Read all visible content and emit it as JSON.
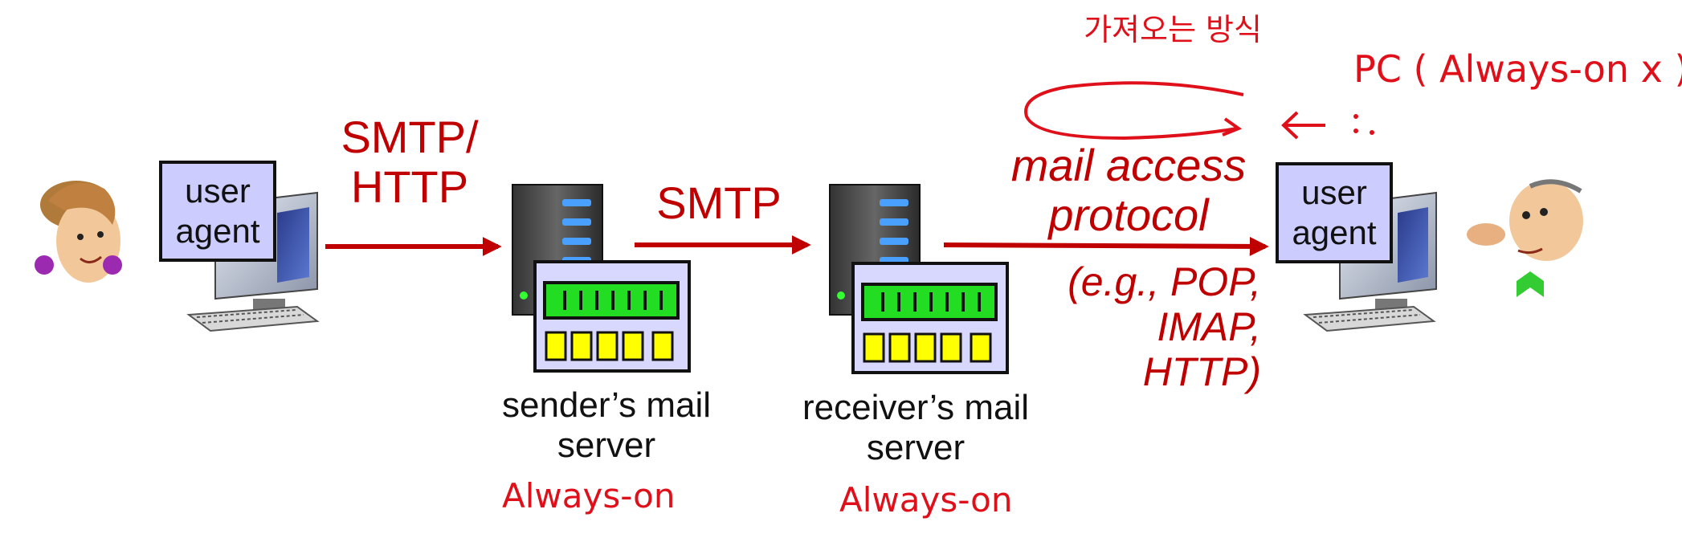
{
  "diagram": {
    "protocol_smtp_http": [
      "SMTP/",
      "HTTP"
    ],
    "protocol_smtp": "SMTP",
    "access": {
      "line1": "mail access",
      "line2": "protocol",
      "examples": [
        "(e.g., POP,",
        "IMAP,",
        "HTTP)"
      ]
    },
    "user_agent": [
      "user",
      "agent"
    ],
    "sender_server": [
      "sender’s mail",
      "server"
    ],
    "receiver_server": [
      "receiver’s mail",
      "server"
    ]
  },
  "annotations": {
    "korean_note": "가져오는 방식",
    "pc_note": "PC ( Always-on x )",
    "sender_always_on": "Always-on",
    "receiver_always_on": "Always-on"
  },
  "colors": {
    "arrow": "#c00000",
    "annotation": "#e0101a",
    "ua_box": "#ccccff",
    "panel": "#d8d8ff",
    "display": "#22dd22",
    "slot": "#ffff00"
  }
}
